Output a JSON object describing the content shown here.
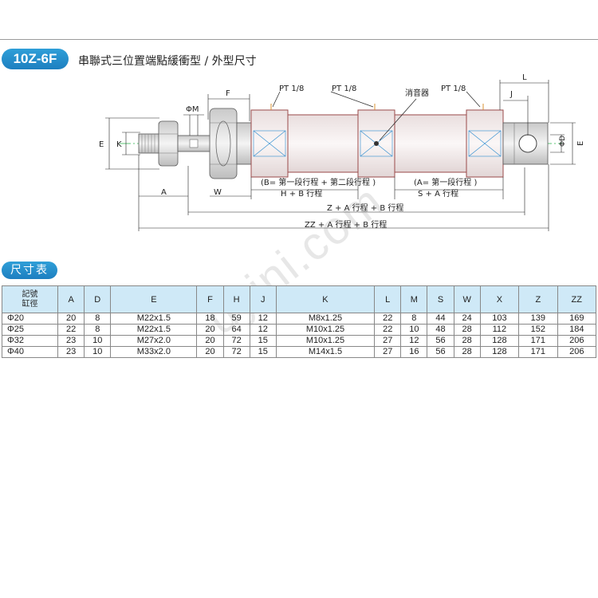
{
  "header": {
    "model": "10Z-6F",
    "description": "串聯式三位置端點緩衝型 / 外型尺寸"
  },
  "drawing": {
    "labels": {
      "F": "F",
      "PM": "ΦM",
      "E_left": "E",
      "K": "K",
      "A": "A",
      "W": "W",
      "L": "L",
      "J": "J",
      "D": "ΦD",
      "E_right": "E",
      "port1": "PT 1/8",
      "port2": "PT 1/8",
      "port3": "PT 1/8",
      "muffler": "消音器",
      "b_note": "(B= 第一段行程 + 第二段行程 )",
      "hb": "H + B 行程",
      "a_note": "(A= 第一段行程 )",
      "sa": "S + A 行程",
      "zab": "Z + A 行程 + B 行程",
      "zzab": "ZZ + A 行程 + B 行程"
    }
  },
  "watermark": "uyini.com",
  "table": {
    "title": "尺寸表",
    "corner_top": "記號",
    "corner_bottom": "缸徑",
    "columns": [
      "A",
      "D",
      "E",
      "F",
      "H",
      "J",
      "K",
      "L",
      "M",
      "S",
      "W",
      "X",
      "Z",
      "ZZ"
    ],
    "rows": [
      {
        "bore": "Φ20",
        "cells": [
          "20",
          "8",
          "M22x1.5",
          "18",
          "59",
          "12",
          "M8x1.25",
          "22",
          "8",
          "44",
          "24",
          "103",
          "139",
          "169"
        ]
      },
      {
        "bore": "Φ25",
        "cells": [
          "22",
          "8",
          "M22x1.5",
          "20",
          "64",
          "12",
          "M10x1.25",
          "22",
          "10",
          "48",
          "28",
          "112",
          "152",
          "184"
        ]
      },
      {
        "bore": "Φ32",
        "cells": [
          "23",
          "10",
          "M27x2.0",
          "20",
          "72",
          "15",
          "M10x1.25",
          "27",
          "12",
          "56",
          "28",
          "128",
          "171",
          "206"
        ]
      },
      {
        "bore": "Φ40",
        "cells": [
          "23",
          "10",
          "M33x2.0",
          "20",
          "72",
          "15",
          "M14x1.5",
          "27",
          "16",
          "56",
          "28",
          "128",
          "171",
          "206"
        ]
      }
    ]
  },
  "colors": {
    "accent": "#1d7fc0",
    "table_header": "#cfe9f7",
    "cylinder_fill": "#f5ecec",
    "cylinder_edge": "#9a4a4a",
    "port_mark": "#2a8bd0",
    "centerline": "#2ab34a"
  }
}
